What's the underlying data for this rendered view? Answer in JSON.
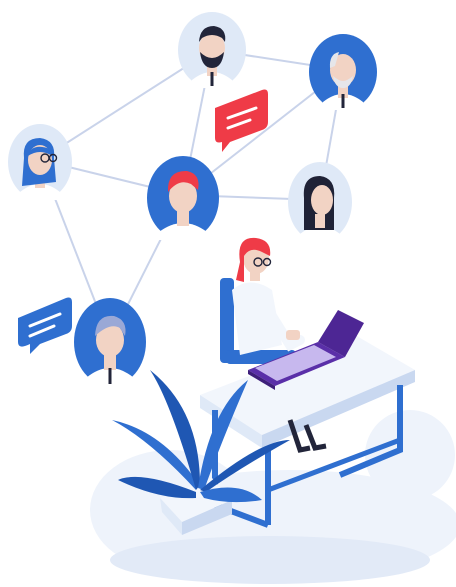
{
  "illustration": {
    "colors": {
      "primary_blue": "#2f6fd0",
      "light_blue": "#dfe9f7",
      "accent_red": "#ef3b47",
      "purple": "#5a2fa8",
      "skin": "#f2d3c4",
      "dark_hair": "#1f2236",
      "cloud": "#eef3fb"
    },
    "people": [
      {
        "role": "bearded-man",
        "hair": "#22253a"
      },
      {
        "role": "bald-elder",
        "hair": "#e6e6ea"
      },
      {
        "role": "woman-glasses",
        "hair": "#2f6fd0"
      },
      {
        "role": "red-haired-man",
        "hair": "#ef3b47"
      },
      {
        "role": "dark-haired-woman",
        "hair": "#1f2236"
      },
      {
        "role": "gray-haired-man",
        "hair": "#9aa8d6"
      }
    ],
    "chat_bubbles": 2
  }
}
